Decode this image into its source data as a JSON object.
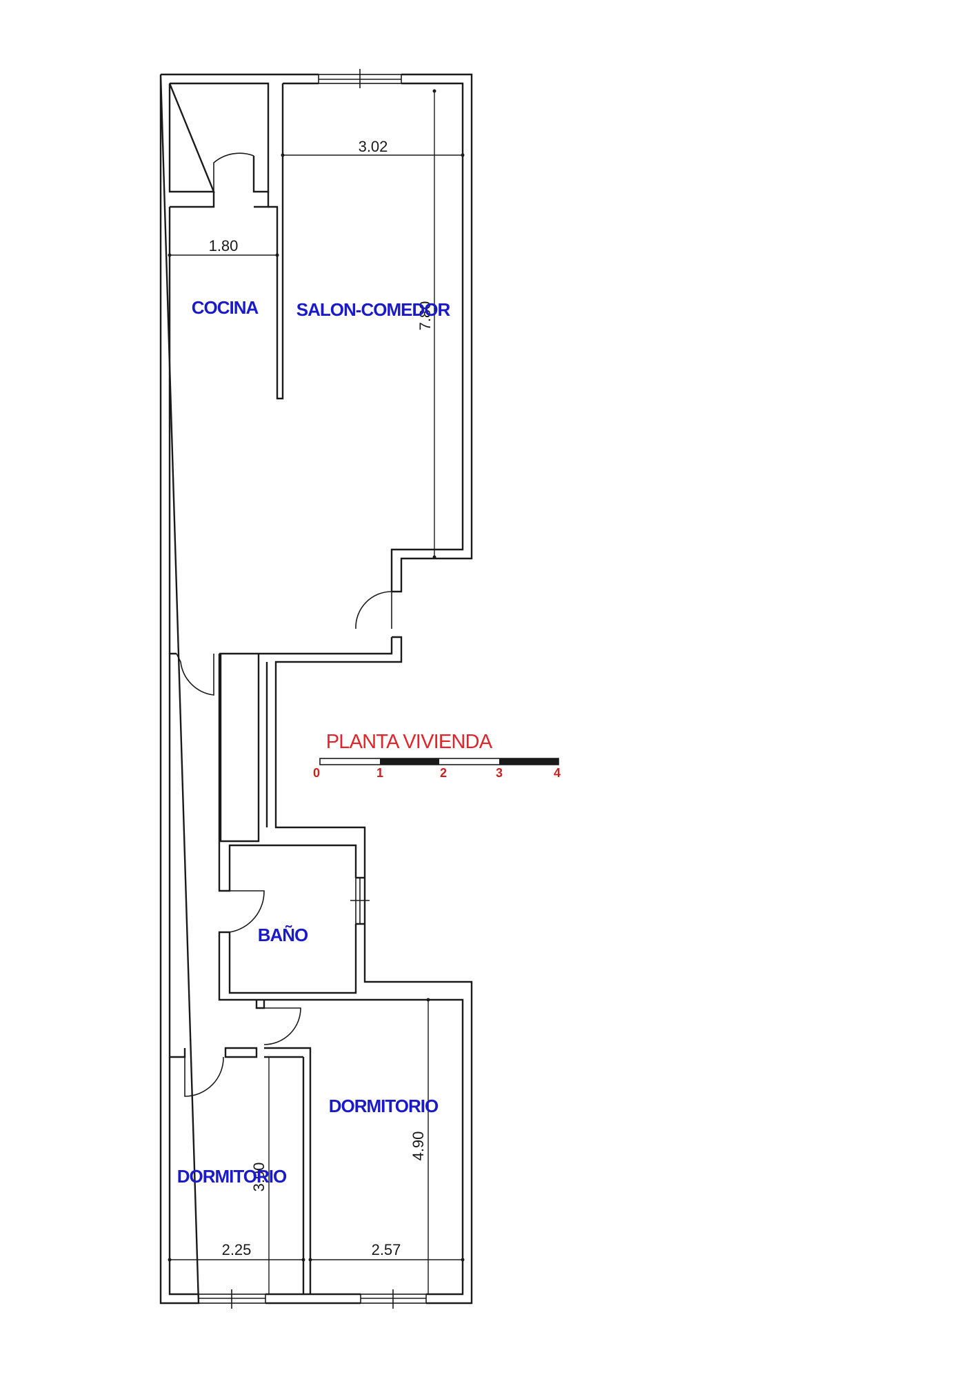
{
  "plan": {
    "title": "PLANTA VIVIENDA",
    "rooms": {
      "cocina": "COCINA",
      "salon": "SALON-COMEDOR",
      "bano": "BAÑO",
      "dormitorio_right": "DORMITORIO",
      "dormitorio_left": "DORMITORIO"
    },
    "dimensions": {
      "salon_width": "3.02",
      "cocina_width": "1.80",
      "salon_length": "7.80",
      "dorm_right_length": "4.90",
      "dorm_left_length": "3.90",
      "dorm_left_width": "2.25",
      "dorm_right_width": "2.57"
    },
    "scale_bar": {
      "labels": [
        "0",
        "1",
        "2",
        "3",
        "4"
      ],
      "color": "#cc1f1f"
    }
  },
  "colors": {
    "room_label": "#1a1ac8",
    "title": "#e0242a",
    "lines": "#1a1a1a"
  }
}
